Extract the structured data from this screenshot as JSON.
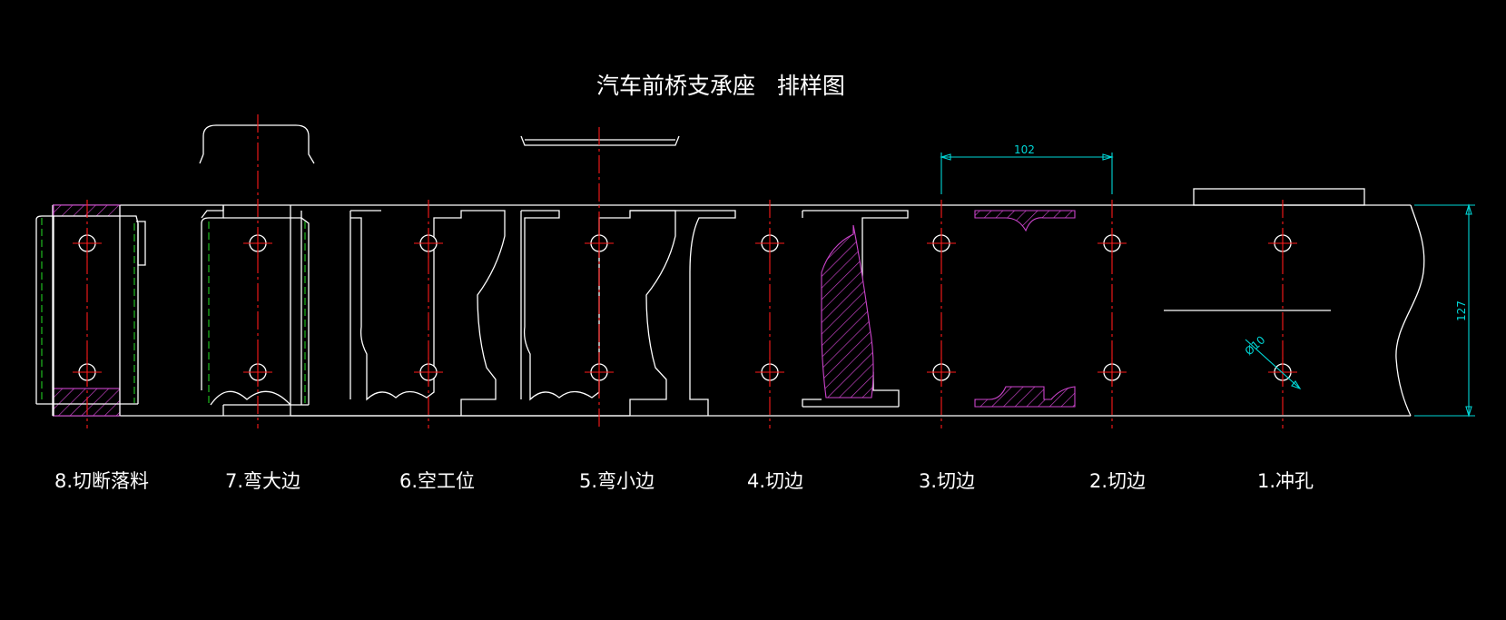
{
  "title": "汽车前桥支承座   排样图",
  "dimensions": {
    "pitch": "102",
    "width": "127",
    "hole_diameter": "Ø10"
  },
  "steps": [
    {
      "label": "8.切断落料"
    },
    {
      "label": "7.弯大边"
    },
    {
      "label": "6.空工位"
    },
    {
      "label": "5.弯小边"
    },
    {
      "label": "4.切边"
    },
    {
      "label": "3.切边"
    },
    {
      "label": "2.切边"
    },
    {
      "label": "1.冲孔"
    }
  ],
  "colors": {
    "background": "#000000",
    "outline": "#ffffff",
    "centerline": "#ff1a1a",
    "dimension": "#00d6d6",
    "hatch": "#cc44cc",
    "bend_line": "#22cc22"
  }
}
